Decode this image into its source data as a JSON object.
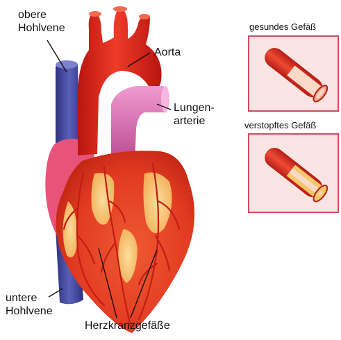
{
  "labels": {
    "superior_vena_cava": [
      "obere",
      "Hohlvene"
    ],
    "aorta": "Aorta",
    "pulmonary_artery": [
      "Lungen-",
      "arterie"
    ],
    "inferior_vena_cava": [
      "untere",
      "Hohlvene"
    ],
    "coronary_vessels": "Herzkranzgefäße"
  },
  "insets": {
    "healthy": {
      "caption": "gesundes Gefäß"
    },
    "blocked": {
      "caption": "verstopftes Gefäß"
    }
  },
  "colors": {
    "vena_cava": "#4a4fa3",
    "heart_red": "#e5402b",
    "aorta_red": "#e02a1e",
    "pulmonary": "#d86ab0",
    "atrium": "#e8537a",
    "inset_frame": "#d24a63",
    "inset_bg": "#fbe4e4",
    "plaque": "#f6c86a"
  }
}
